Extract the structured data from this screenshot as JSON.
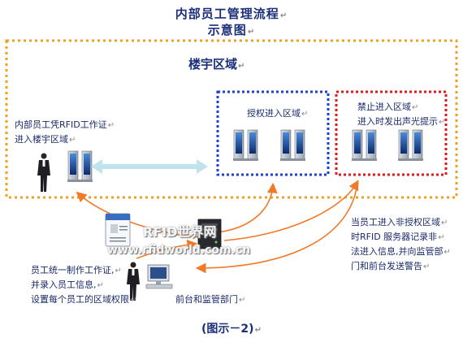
{
  "title": {
    "line1": "内部员工管理流程",
    "line2": "示意图"
  },
  "zones": {
    "building": "楼宇区域",
    "authorized": "授权进入区域",
    "forbidden_line1": "禁止进入区域",
    "forbidden_line2": "进入时发出声光提示"
  },
  "texts": {
    "enter_line1": "内部员工凭RFID工作证",
    "enter_line2": "进入楼宇区域",
    "alarm_line1": "当员工进入非授权区域",
    "alarm_line2": "时RFID 服务器记录非",
    "alarm_line3": "法进入信息,并向监管部",
    "alarm_line4": "门和前台发送警告",
    "admin_line1": "员工统一制作工作证,",
    "admin_line2": "并录入员工信息,",
    "admin_line3": "设置每个员工的区域权限",
    "front_desk": "前台和监管部门"
  },
  "caption": "(图示－2)",
  "watermark": {
    "line1": "RFID世界网",
    "line2": "www.rfidworld.com.cn"
  },
  "return_mark": "↵",
  "colors": {
    "building_border": "#f0a020",
    "authorized_border": "#1f3fd6",
    "forbidden_border": "#e01818",
    "flow_arrow": "#f07a28",
    "entry_arrow": "#bfe4ee",
    "text": "#1a2a6c"
  }
}
